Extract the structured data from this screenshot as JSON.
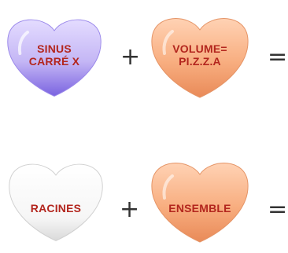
{
  "rows": [
    {
      "left": {
        "line1": "SINUS",
        "line2": "CARRÉ X",
        "color": "#c9bdf7"
      },
      "operator": "+",
      "right": {
        "line1": "VOLUME=",
        "line2": "PI.Z.Z.A",
        "color": "#f9b48a"
      },
      "equals": "="
    },
    {
      "left": {
        "line1": "RACINES",
        "color": "#ffffff"
      },
      "operator": "+",
      "right": {
        "line1": "ENSEMBLE",
        "color": "#f9b48a"
      },
      "equals": "="
    }
  ]
}
